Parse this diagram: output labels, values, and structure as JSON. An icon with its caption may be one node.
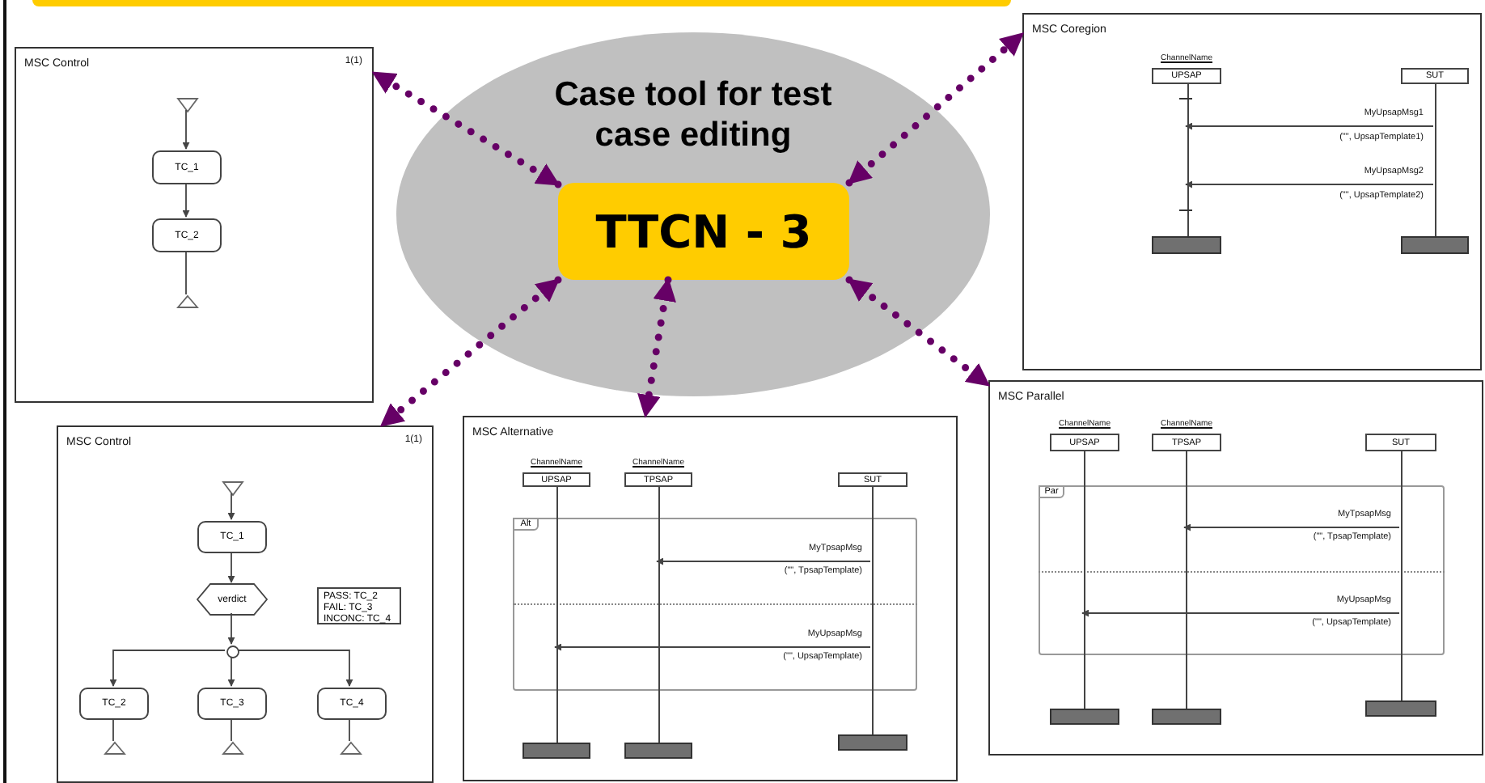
{
  "diagram": {
    "nodes": [
      {
        "text": [
          "Case tool for test case editing"
        ]
      },
      {
        "text": [
          "TTCN - 3"
        ],
        "in": 0
      },
      {
        "text": [
          "MSC Control",
          "1(1)"
        ]
      },
      {
        "text": [],
        "shape": "triangle",
        "in": 2
      },
      {
        "text": [
          "TC_1"
        ],
        "in": 2
      },
      {
        "text": [
          "TC_2"
        ],
        "in": 2
      },
      {
        "text": [],
        "shape": "triangle",
        "in": 2
      },
      {
        "text": [
          "MSC Coregion"
        ]
      },
      {
        "text": [
          "UPSAP"
        ],
        "beside": [
          "ChannelName"
        ],
        "in": 7
      },
      {
        "text": [
          "SUT"
        ],
        "in": 7
      },
      {
        "text": [],
        "shape": "bar",
        "in": 7
      },
      {
        "text": [],
        "shape": "bar",
        "in": 7
      },
      {
        "text": [
          "MSC Control",
          "1(1)"
        ]
      },
      {
        "text": [],
        "shape": "triangle",
        "in": 12
      },
      {
        "text": [
          "TC_1"
        ],
        "in": 12
      },
      {
        "text": [
          "verdict"
        ],
        "in": 12
      },
      {
        "text": [
          "PASS: TC_2 FAIL: TC_3 INCONC: TC_4"
        ],
        "in": 12
      },
      {
        "text": [],
        "shape": "circle",
        "in": 12
      },
      {
        "text": [
          "TC_2"
        ],
        "in": 12
      },
      {
        "text": [
          "TC_3"
        ],
        "in": 12
      },
      {
        "text": [
          "TC_4"
        ],
        "in": 12
      },
      {
        "text": [],
        "shape": "triangle",
        "in": 12
      },
      {
        "text": [],
        "shape": "triangle",
        "in": 12
      },
      {
        "text": [],
        "shape": "triangle",
        "in": 12
      },
      {
        "text": [
          "MSC Alternative"
        ]
      },
      {
        "text": [
          "UPSAP"
        ],
        "beside": [
          "ChannelName"
        ],
        "in": 24
      },
      {
        "text": [
          "TPSAP"
        ],
        "beside": [
          "ChannelName"
        ],
        "in": 24
      },
      {
        "text": [
          "SUT"
        ],
        "in": 24
      },
      {
        "text": [
          "Alt"
        ],
        "in": 24
      },
      {
        "text": [],
        "shape": "bar",
        "in": 24
      },
      {
        "text": [],
        "shape": "bar",
        "in": 24
      },
      {
        "text": [],
        "shape": "bar",
        "in": 24
      },
      {
        "text": [
          "MSC Parallel"
        ]
      },
      {
        "text": [
          "UPSAP"
        ],
        "beside": [
          "ChannelName"
        ],
        "in": 32
      },
      {
        "text": [
          "TPSAP"
        ],
        "beside": [
          "ChannelName"
        ],
        "in": 32
      },
      {
        "text": [
          "SUT"
        ],
        "in": 32
      },
      {
        "text": [
          "Par"
        ],
        "in": 32
      },
      {
        "text": [],
        "shape": "bar",
        "in": 32
      },
      {
        "text": [],
        "shape": "bar",
        "in": 32
      },
      {
        "text": [],
        "shape": "bar",
        "in": 32
      },
      {
        "text": [],
        "shape": "line",
        "in": 7
      },
      {
        "text": [],
        "shape": "line",
        "in": 7
      },
      {
        "text": [],
        "shape": "line",
        "in": 24
      },
      {
        "text": [],
        "shape": "line",
        "in": 24
      },
      {
        "text": [],
        "shape": "line",
        "in": 24
      },
      {
        "text": [],
        "shape": "line",
        "in": 32
      },
      {
        "text": [],
        "shape": "line",
        "in": 32
      },
      {
        "text": [],
        "shape": "line",
        "in": 32
      }
    ],
    "edges": [
      {
        "from": 1,
        "to": 2,
        "arrow": "both",
        "style": "dashed",
        "color": "#660066"
      },
      {
        "from": 1,
        "to": 7,
        "arrow": "both",
        "style": "dashed",
        "color": "#660066"
      },
      {
        "from": 1,
        "to": 12,
        "arrow": "both",
        "style": "dashed",
        "color": "#660066"
      },
      {
        "from": 1,
        "to": 24,
        "arrow": "both",
        "style": "dashed",
        "color": "#660066"
      },
      {
        "from": 1,
        "to": 32,
        "arrow": "both",
        "style": "dashed",
        "color": "#660066"
      },
      {
        "from": 3,
        "to": 4,
        "arrow": "to"
      },
      {
        "from": 4,
        "to": 5,
        "arrow": "to"
      },
      {
        "from": 5,
        "to": 6,
        "arrow": "none"
      },
      {
        "from": 41,
        "to": 40,
        "arrow": "to",
        "label": "MyUpsapMsg1"
      },
      {
        "from": 41,
        "to": 40,
        "arrow": "to",
        "label": "MyUpsapMsg2"
      },
      {
        "from": 13,
        "to": 14,
        "arrow": "to"
      },
      {
        "from": 14,
        "to": 15,
        "arrow": "to"
      },
      {
        "from": 15,
        "to": 17,
        "arrow": "to"
      },
      {
        "from": 17,
        "to": 18,
        "arrow": "to"
      },
      {
        "from": 17,
        "to": 19,
        "arrow": "to"
      },
      {
        "from": 17,
        "to": 20,
        "arrow": "to"
      },
      {
        "from": 18,
        "to": 21,
        "arrow": "none"
      },
      {
        "from": 19,
        "to": 22,
        "arrow": "none"
      },
      {
        "from": 20,
        "to": 23,
        "arrow": "none"
      },
      {
        "from": 44,
        "to": 43,
        "arrow": "to",
        "label": "MyTpsapMsg"
      },
      {
        "from": 44,
        "to": 42,
        "arrow": "to",
        "label": "MyUpsapMsg"
      },
      {
        "from": 47,
        "to": 46,
        "arrow": "to",
        "label": "MyTpsapMsg"
      },
      {
        "from": 47,
        "to": 45,
        "arrow": "to",
        "label": "MyUpsapMsg"
      }
    ],
    "labels": [
      "(\"\", UpsapTemplate1)",
      "(\"\", UpsapTemplate2)",
      "(\"\", TpsapTemplate)",
      "(\"\", UpsapTemplate)",
      "(\"\", TpsapTemplate)",
      "(\"\", UpsapTemplate)"
    ]
  }
}
